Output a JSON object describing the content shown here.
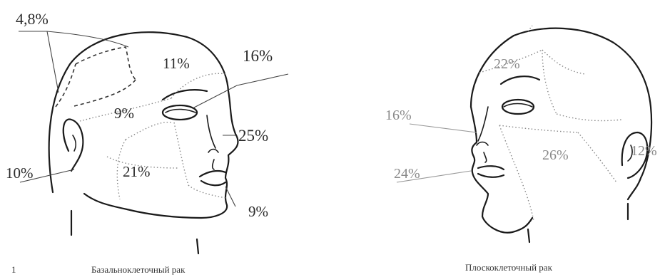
{
  "left_panel": {
    "marker": "1",
    "caption": "Базальноклеточный рак",
    "labels": {
      "top_left": "4,8%",
      "forehead": "11%",
      "eye": "16%",
      "temple": "9%",
      "nose_side": "25%",
      "ear": "10%",
      "cheek": "21%",
      "chin": "9%"
    }
  },
  "right_panel": {
    "caption": "Плоскоклеточный рак",
    "labels": {
      "scalp": "22%",
      "nose": "16%",
      "lip": "24%",
      "cheek": "26%",
      "ear": "12%"
    }
  }
}
